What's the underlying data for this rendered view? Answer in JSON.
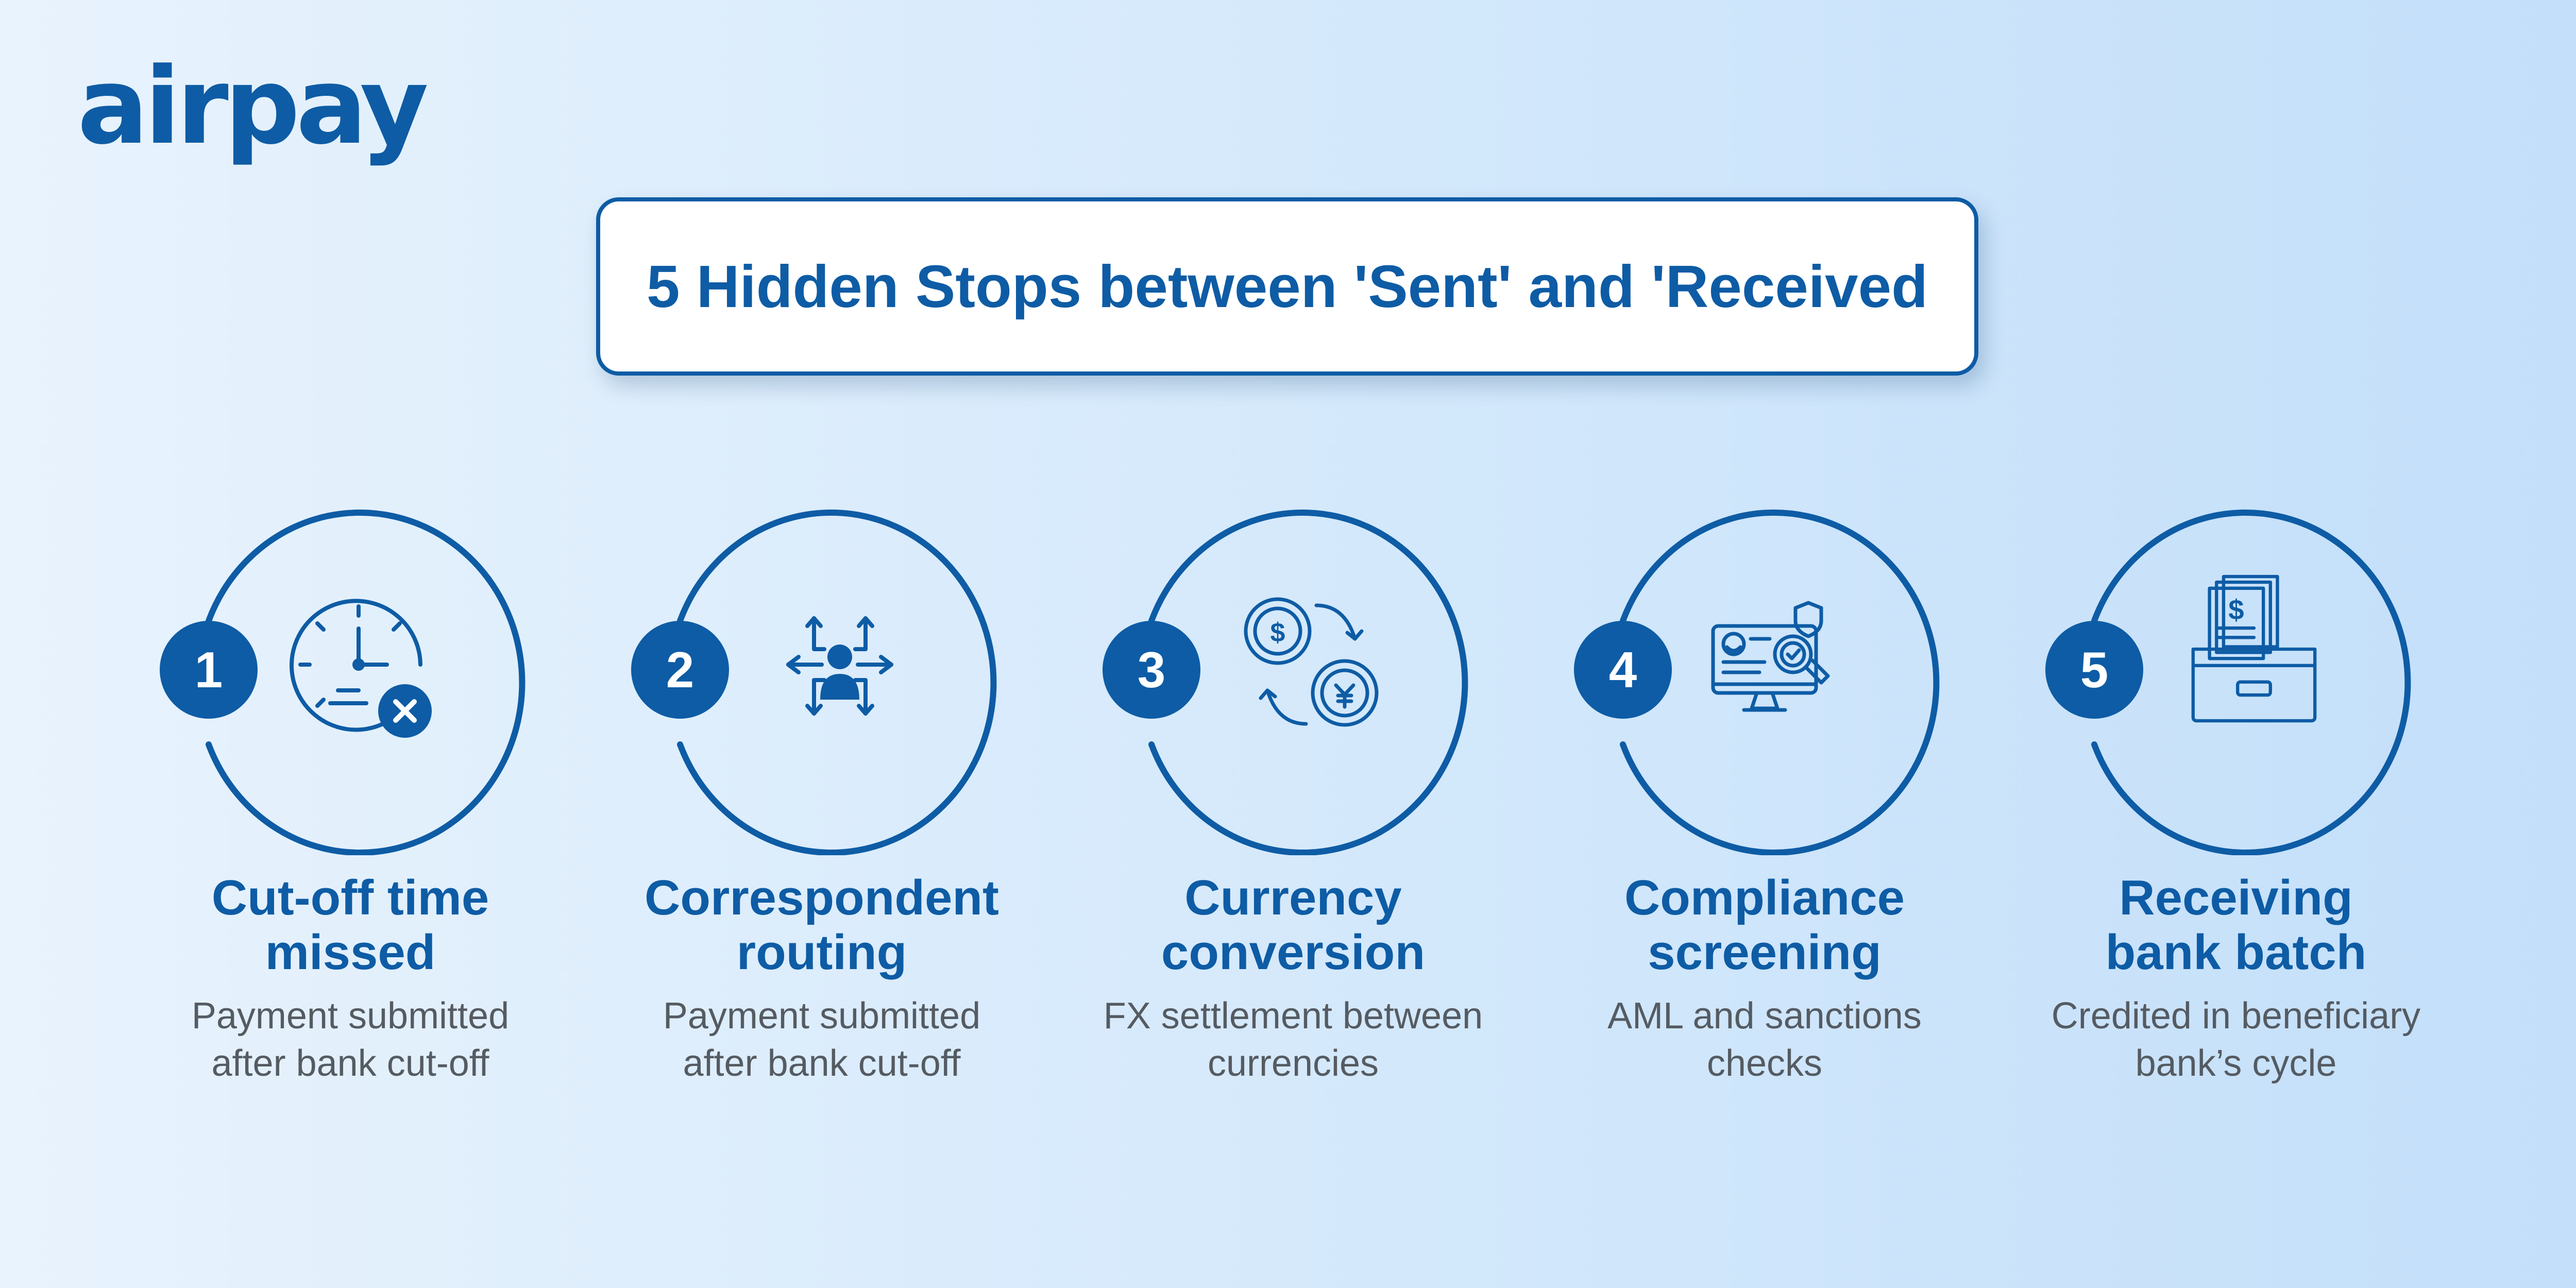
{
  "brand": {
    "logo_text": "airpay"
  },
  "title": "5 Hidden Stops between 'Sent' and 'Received",
  "colors": {
    "primary": "#0e5ca5",
    "text_muted": "#555b62",
    "background": "#d3e8fb"
  },
  "steps": [
    {
      "number": "1",
      "title": "Cut-off time\nmissed",
      "description": "Payment submitted\nafter bank cut-off",
      "icon": "clock-cancel-icon"
    },
    {
      "number": "2",
      "title": "Correspondent\nrouting",
      "description": "Payment submitted\nafter bank cut-off",
      "icon": "routing-person-icon"
    },
    {
      "number": "3",
      "title": "Currency\nconversion",
      "description": "FX settlement between\ncurrencies",
      "icon": "currency-exchange-icon"
    },
    {
      "number": "4",
      "title": "Compliance\nscreening",
      "description": "AML and sanctions\nchecks",
      "icon": "compliance-monitor-icon"
    },
    {
      "number": "5",
      "title": "Receiving\nbank batch",
      "description": "Credited in beneficiary\nbank’s cycle",
      "icon": "bank-batch-icon"
    }
  ]
}
